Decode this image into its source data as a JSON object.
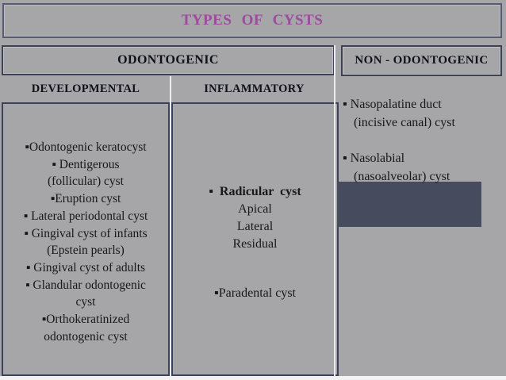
{
  "title": "TYPES OF CYSTS",
  "odontogenic": {
    "header": "ODONTOGENIC",
    "developmental": {
      "header": "DEVELOPMENTAL",
      "items": [
        "▪Odontogenic keratocyst",
        "▪ Dentigerous\n(follicular) cyst",
        "▪Eruption cyst",
        "▪ Lateral periodontal cyst",
        "▪ Gingival cyst of infants\n(Epstein pearls)",
        "▪ Gingival cyst of adults",
        "▪ Glandular odontogenic\ncyst",
        "▪Orthokeratinized\nodontogenic cyst"
      ]
    },
    "inflammatory": {
      "header": "INFLAMMATORY",
      "radicular": "▪ Radicular cyst",
      "radicular_sub": [
        "Apical",
        "Lateral",
        "Residual"
      ],
      "paradental": "▪Paradental cyst"
    }
  },
  "non_odontogenic": {
    "header": "NON - ODONTOGENIC",
    "items": [
      {
        "line1": "▪  Nasopalatine duct",
        "line2": "(incisive canal) cyst"
      },
      {
        "line1": "▪ Nasolabial",
        "line2": "(nasoalveolar) cyst"
      }
    ]
  },
  "colors": {
    "background": "#a6a6a8",
    "border_dark": "#3d4258",
    "title_border": "#565a74",
    "title_text": "#9c4b9e",
    "header_text": "#10101c",
    "body_text": "#181818",
    "covered_box": "#474b5e",
    "divider_light": "#ececec",
    "bottom_strip": "#f2f2f2"
  }
}
